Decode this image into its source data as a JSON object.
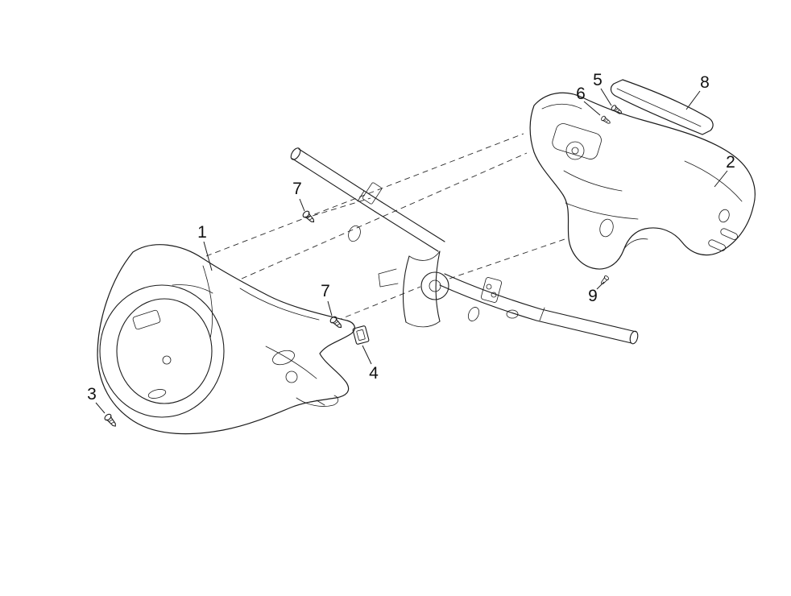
{
  "diagram": {
    "background_color": "#ffffff",
    "line_color": "#1c1c1c",
    "callouts": [
      {
        "part": "front-handlebar-cover",
        "label": "1"
      },
      {
        "part": "rear-handlebar-cover",
        "label": "2"
      },
      {
        "part": "front-cover-screw",
        "label": "3"
      },
      {
        "part": "clip-nut",
        "label": "4"
      },
      {
        "part": "trim-screw-a",
        "label": "5"
      },
      {
        "part": "trim-screw-b",
        "label": "6"
      },
      {
        "part": "fixing-screw-upper",
        "label": "7"
      },
      {
        "part": "fixing-screw-lower",
        "label": "7"
      },
      {
        "part": "trim-strip",
        "label": "8"
      },
      {
        "part": "locating-pin",
        "label": "9"
      }
    ]
  }
}
